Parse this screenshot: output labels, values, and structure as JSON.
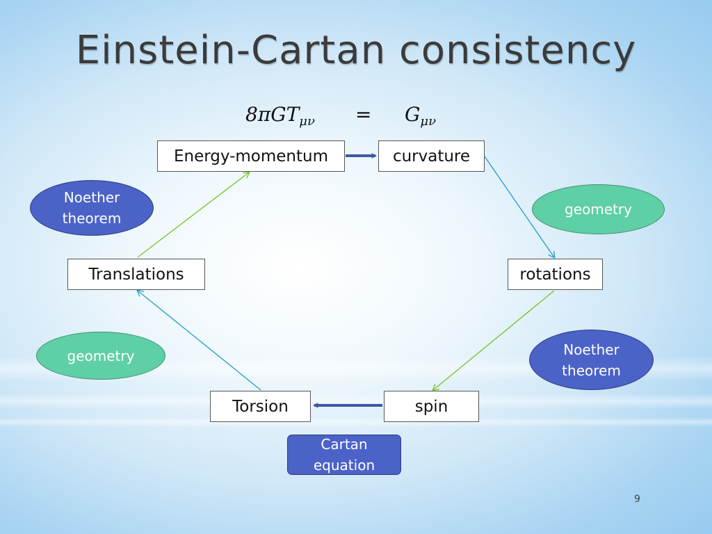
{
  "slide": {
    "title": "Einstein-Cartan consistency",
    "page_number": "9"
  },
  "equation": {
    "left": "8πGT",
    "left_sub": "μν",
    "operator": "=",
    "right": "G",
    "right_sub": "μν"
  },
  "nodes": {
    "energy_momentum": "Energy-momentum",
    "curvature": "curvature",
    "rotations": "rotations",
    "spin": "spin",
    "torsion": "Torsion",
    "translations": "Translations"
  },
  "labels": {
    "noether_left": [
      "Noether",
      "theorem"
    ],
    "geometry_right": "geometry",
    "noether_right": [
      "Noether",
      "theorem"
    ],
    "geometry_left": "geometry",
    "cartan": [
      "Cartan",
      "equation"
    ]
  },
  "colors": {
    "oval_blue": "#4b62c7",
    "oval_green": "#5fcfa5",
    "arrow_green": "#7dc42e",
    "arrow_cyan": "#2aa0cc",
    "arrow_navy": "#3e58a6"
  }
}
